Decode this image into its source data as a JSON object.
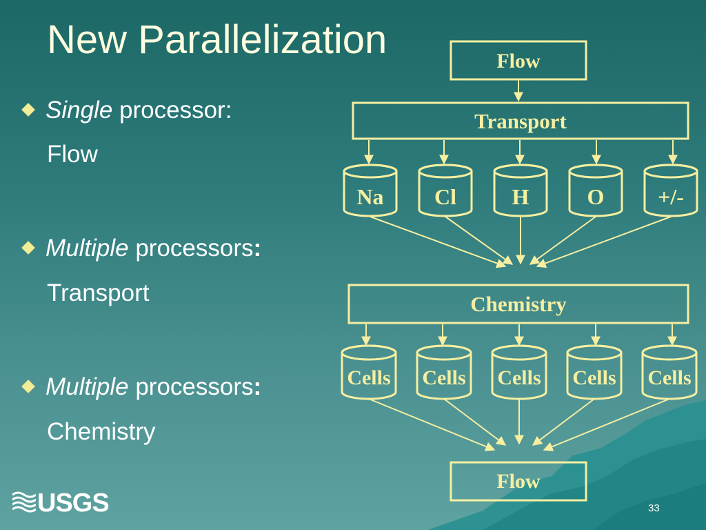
{
  "title": "New Parallelization",
  "bullets": [
    {
      "emph": "Single",
      "rest": " processor:",
      "rest_bold": "",
      "sub": "Flow"
    },
    {
      "emph": "Multiple",
      "rest": " processors",
      "rest_bold": ":",
      "sub": "Transport"
    },
    {
      "emph": "Multiple",
      "rest": " processors",
      "rest_bold": ":",
      "sub": "Chemistry"
    }
  ],
  "diagram": {
    "flow_top": "Flow",
    "transport": "Transport",
    "species": [
      "Na",
      "Cl",
      "H",
      "O",
      "+/-"
    ],
    "chemistry": "Chemistry",
    "cells": [
      "Cells",
      "Cells",
      "Cells",
      "Cells",
      "Cells"
    ],
    "flow_bottom": "Flow"
  },
  "colors": {
    "diagram_line": "#f6efa1",
    "diagram_text": "#f6efa1",
    "title_text": "#fffde0",
    "bullet_icon": "#f1ed94"
  },
  "logo_text": "USGS",
  "page_number": "33"
}
